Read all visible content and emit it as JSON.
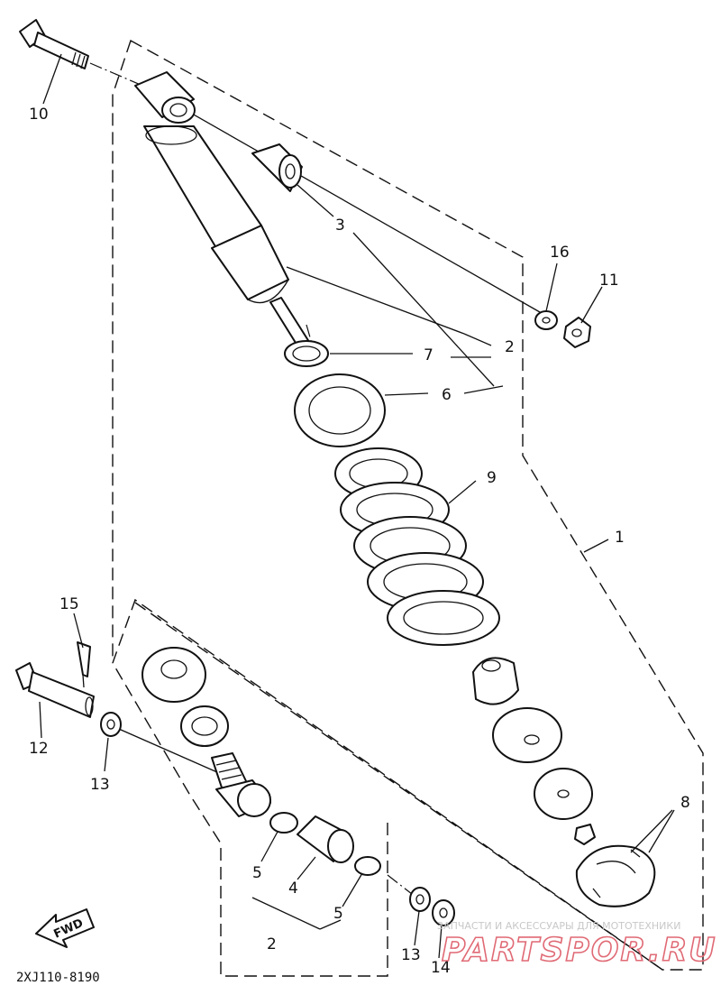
{
  "diagram_code": "2XJ110-8190",
  "forward_arrow": {
    "label": "FWD"
  },
  "callouts": [
    {
      "id": "callout-10",
      "text": "10"
    },
    {
      "id": "callout-3",
      "text": "3"
    },
    {
      "id": "callout-16",
      "text": "16"
    },
    {
      "id": "callout-11",
      "text": "11"
    },
    {
      "id": "callout-7",
      "text": "7"
    },
    {
      "id": "callout-2-upper",
      "text": "2"
    },
    {
      "id": "callout-6",
      "text": "6"
    },
    {
      "id": "callout-9",
      "text": "9"
    },
    {
      "id": "callout-1",
      "text": "1"
    },
    {
      "id": "callout-15",
      "text": "15"
    },
    {
      "id": "callout-12",
      "text": "12"
    },
    {
      "id": "callout-13-left",
      "text": "13"
    },
    {
      "id": "callout-8",
      "text": "8"
    },
    {
      "id": "callout-5-left",
      "text": "5"
    },
    {
      "id": "callout-4",
      "text": "4"
    },
    {
      "id": "callout-5-right",
      "text": "5"
    },
    {
      "id": "callout-2-lower",
      "text": "2"
    },
    {
      "id": "callout-13-right",
      "text": "13"
    },
    {
      "id": "callout-14",
      "text": "14"
    }
  ],
  "watermark": {
    "caption": "ЗАПЧАСТИ И АКСЕССУАРЫ ДЛЯ МОТОТЕХНИКИ",
    "brand": "PARTSPOR.RU"
  }
}
